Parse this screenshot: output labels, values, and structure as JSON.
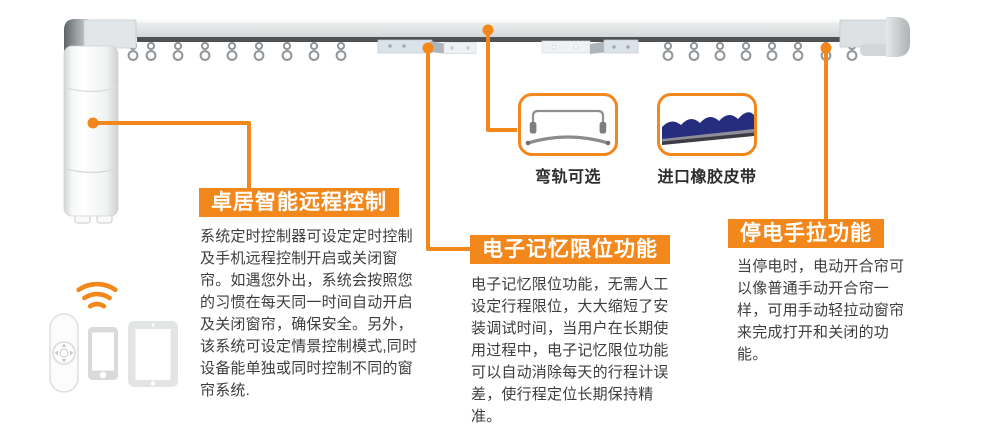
{
  "theme": {
    "accent_orange": "#F2871B",
    "belt_navy": "#272D7E",
    "body_text": "#3E3E3E",
    "rail_gray": "#DADCDD"
  },
  "callouts": [
    {
      "title": "卓居智能远程控制",
      "body": "系统定时控制器可设定定时控制\n及手机远程控制开启或关闭窗\n帘。如遇您外出，系统会按照您\n的习惯在每天同一时间自动开启\n及关闭窗帘，确保安全。另外，\n该系统可设定情景控制模式,同时\n设备能单独或同时控制不同的窗\n帘系统."
    },
    {
      "title": "电子记忆限位功能",
      "body": "电子记忆限位功能，无需人工\n设定行程限位，大大缩短了安\n装调试时间，当用户在长期使\n用过程中，电子记忆限位功能\n可以自动消除每天的行程计误\n差，使行程定位长期保持精\n准。"
    },
    {
      "title": "停电手拉功能",
      "body": "当停电时，电动开合帘可\n以像普通手动开合帘一\n样，可用手动轻拉动窗帘\n来完成打开和关闭的功\n能。"
    }
  ],
  "features": [
    {
      "label": "弯轨可选"
    },
    {
      "label": "进口橡胶皮带"
    }
  ],
  "icons": [
    "curtain-rail",
    "rail-hooks",
    "mounting-bracket",
    "motor-unit",
    "wifi-signal-icon",
    "remote-control-icon",
    "smartphone-icon",
    "tablet-icon",
    "curved-track-icon",
    "rubber-belt-icon"
  ]
}
